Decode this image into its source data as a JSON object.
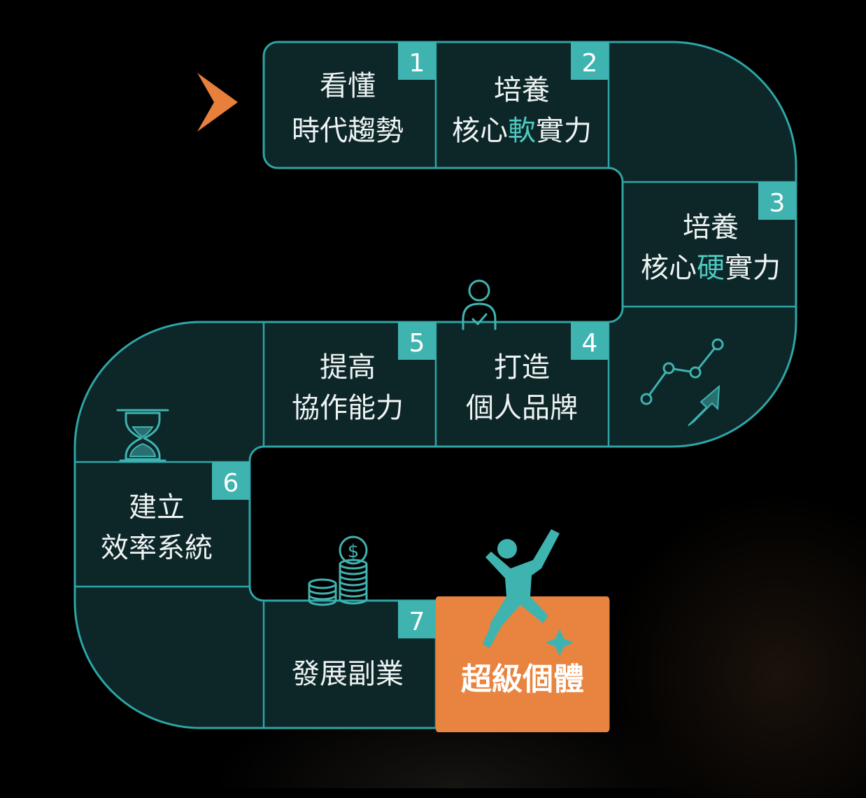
{
  "colors": {
    "background": "#000000",
    "track_fill": "#0d2628",
    "track_stroke": "#2ea5a6",
    "badge": "#3fb3b0",
    "highlight_text": "#4ec9c0",
    "final_box": "#e8843f",
    "arrow": "#e8803c"
  },
  "steps": [
    {
      "number": "1",
      "line1": "看懂",
      "line2": "時代趨勢"
    },
    {
      "number": "2",
      "line1": "培養",
      "line2_pre": "核心",
      "line2_hl": "軟",
      "line2_post": "實力"
    },
    {
      "number": "3",
      "line1": "培養",
      "line2_pre": "核心",
      "line2_hl": "硬",
      "line2_post": "實力"
    },
    {
      "number": "4",
      "line1": "打造",
      "line2": "個人品牌"
    },
    {
      "number": "5",
      "line1": "提高",
      "line2": "協作能力"
    },
    {
      "number": "6",
      "line1": "建立",
      "line2": "效率系統"
    },
    {
      "number": "7",
      "line1": "發展副業"
    }
  ],
  "final": {
    "label": "超級個體"
  },
  "icons": {
    "start": "arrow-right-icon",
    "person": "person-check-icon",
    "growth": "trend-up-icon",
    "time": "hourglass-icon",
    "money": "coin-stack-icon",
    "success": "jumping-person-icon"
  }
}
